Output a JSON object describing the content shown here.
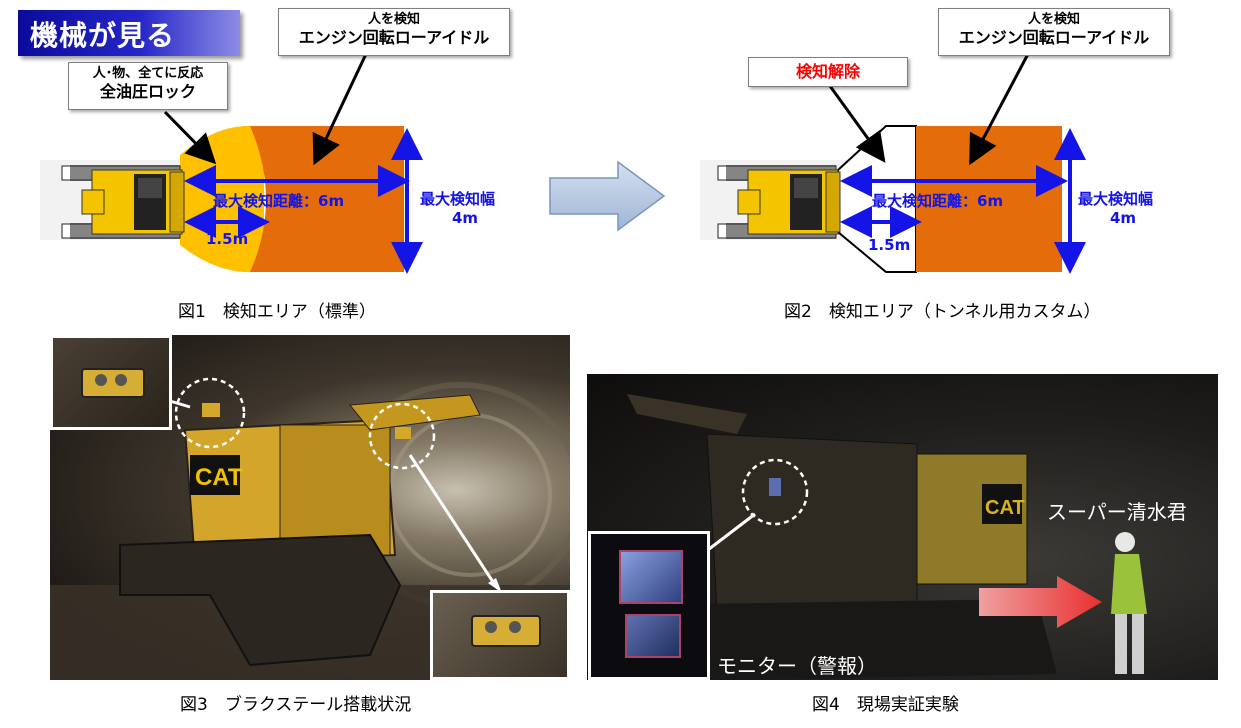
{
  "banner": {
    "title": "機械が見る"
  },
  "fig1": {
    "callout_left_line1": "人･物、全てに反応",
    "callout_left_line2": "全油圧ロック",
    "callout_right_line1": "人を検知",
    "callout_right_line2": "エンジン回転ローアイドル",
    "distance_label": "最大検知距離：6m",
    "near_label": "1.5m",
    "width_label_line1": "最大検知幅",
    "width_label_line2": "4m",
    "caption": "図1　検知エリア（標準）"
  },
  "fig2": {
    "callout_red": "検知解除",
    "callout_right_line1": "人を検知",
    "callout_right_line2": "エンジン回転ローアイドル",
    "distance_label": "最大検知距離：6m",
    "near_label": "1.5m",
    "width_label_line1": "最大検知幅",
    "width_label_line2": "4m",
    "caption": "図2　検知エリア（トンネル用カスタム）"
  },
  "fig3": {
    "caption": "図3　ブラクステール搭載状況"
  },
  "fig4": {
    "label_person": "スーパー清水君",
    "label_monitor": "モニター（警報）",
    "caption": "図4　現場実証実験"
  },
  "colors": {
    "orange_zone": "#e46c0a",
    "yellow_zone": "#ffc000",
    "blue_arrow": "#1414e6",
    "red_text": "#ff0000",
    "banner_blue": "#1a1aa8"
  }
}
